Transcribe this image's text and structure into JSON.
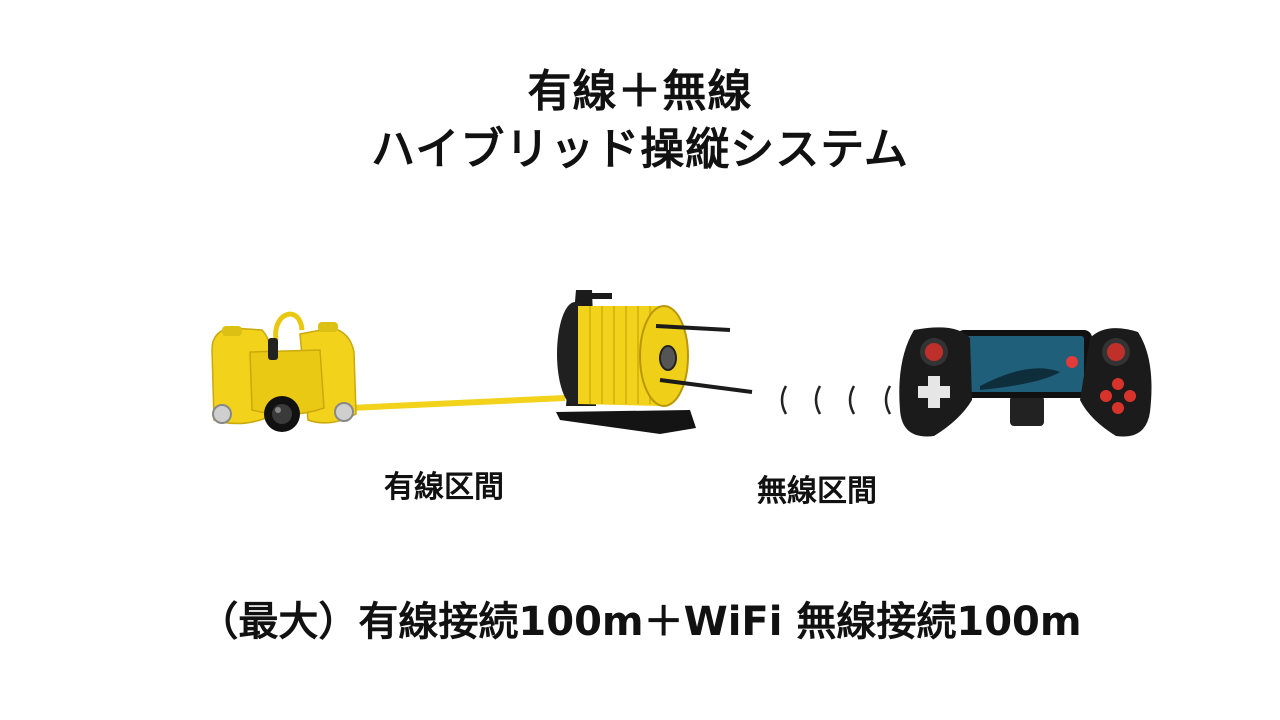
{
  "title": {
    "line1": "有線＋無線",
    "line2": "ハイブリッド操縦システム"
  },
  "diagram": {
    "wired_label": "有線区間",
    "wireless_label": "無線区間",
    "drone_icon": "underwater-drone-icon",
    "reel_icon": "tether-reel-icon",
    "signal_icon": "wireless-signal-icon",
    "controller_icon": "gamepad-controller-icon",
    "accent_color": "#f2d21a",
    "dark_color": "#1a1a1a"
  },
  "footer": {
    "text": "（最大）有線接続100m＋WiFi 無線接続100m"
  }
}
